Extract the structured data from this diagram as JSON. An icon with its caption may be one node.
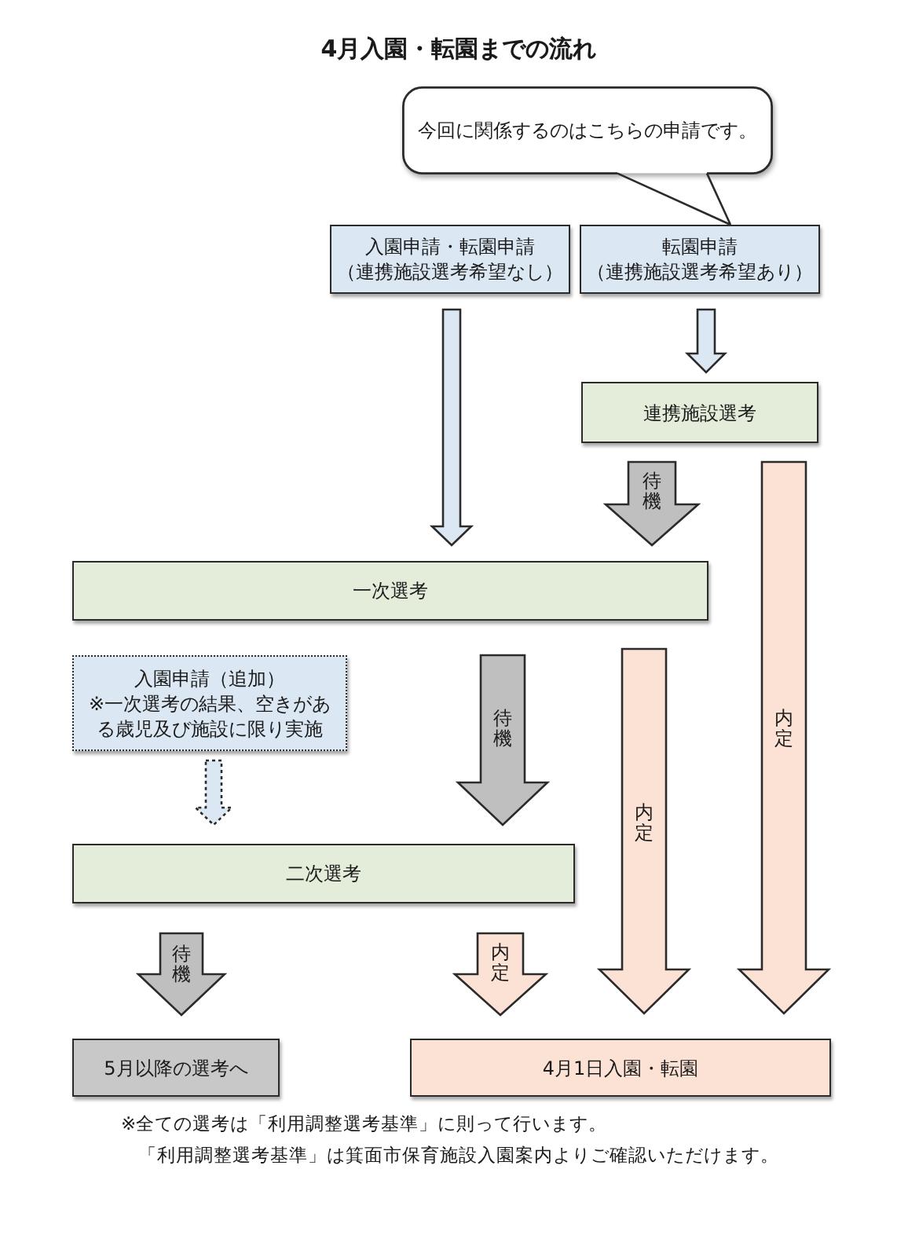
{
  "diagram": {
    "title": "4月入園・転園までの流れ",
    "nodes": [
      {
        "text": [
          "今回に関係するのはこちらの申請です。"
        ]
      },
      {
        "text": [
          "入園申請・転園申請",
          "（連携施設選考希望なし）"
        ]
      },
      {
        "text": [
          "転園申請",
          "（連携施設選考希望あり）"
        ]
      },
      {
        "text": [
          "連携施設選考"
        ]
      },
      {
        "text": [
          "一次選考"
        ]
      },
      {
        "text": [
          "入園申請（追加）",
          "※一次選考の結果、空きがある歳児及び施設に限り実施"
        ]
      },
      {
        "text": [
          "二次選考"
        ]
      },
      {
        "text": [
          "5月以降の選考へ"
        ]
      },
      {
        "text": [
          "4月1日入園・転園"
        ]
      }
    ],
    "edges": [
      {
        "from": 0,
        "to": 2,
        "arrow": "none"
      },
      {
        "from": 1,
        "to": 4,
        "arrow": "to",
        "color": "#dbe7f3"
      },
      {
        "from": 2,
        "to": 3,
        "arrow": "to",
        "color": "#dbe7f3"
      },
      {
        "from": 3,
        "to": 4,
        "arrow": "to",
        "label": "待機",
        "color": "#bfbfbf"
      },
      {
        "from": 3,
        "to": 8,
        "arrow": "to",
        "label": "内定",
        "color": "#fbe2d5"
      },
      {
        "from": 4,
        "to": 6,
        "arrow": "to",
        "label": "待機",
        "color": "#bfbfbf"
      },
      {
        "from": 4,
        "to": 8,
        "arrow": "to",
        "label": "内定",
        "color": "#fbe2d5"
      },
      {
        "from": 5,
        "to": 6,
        "arrow": "to",
        "style": "dashed",
        "color": "#dbe7f3"
      },
      {
        "from": 6,
        "to": 7,
        "arrow": "to",
        "label": "待機",
        "color": "#bfbfbf"
      },
      {
        "from": 6,
        "to": 8,
        "arrow": "to",
        "label": "内定",
        "color": "#fbe2d5"
      }
    ],
    "labels": [
      "※全ての選考は「利用調整選考基準」に則って行います。",
      "「利用調整選考基準」は箕面市保育施設入園案内よりご確認いただけます。"
    ]
  }
}
